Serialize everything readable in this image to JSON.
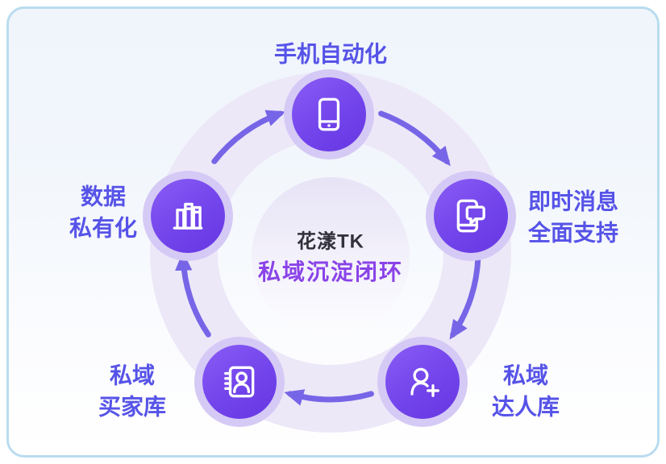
{
  "center": {
    "brand": "花漾TK",
    "title": "私域沉淀闭环"
  },
  "nodes": [
    {
      "label": "手机自动化",
      "icon": "smartphone-icon"
    },
    {
      "label": "即时消息\n全面支持",
      "icon": "message-phone-icon"
    },
    {
      "label": "私域\n达人库",
      "icon": "user-plus-icon"
    },
    {
      "label": "私域\n买家库",
      "icon": "contacts-book-icon"
    },
    {
      "label": "数据\n私有化",
      "icon": "library-books-icon"
    }
  ],
  "flow": {
    "direction": "clockwise",
    "order": [
      "手机自动化",
      "即时消息全面支持",
      "私域达人库",
      "私域买家库",
      "数据私有化"
    ]
  },
  "colors": {
    "node_fill": "#7648ec",
    "node_halo": "#d5caf5",
    "ring_track": "#ece8f8",
    "arrow": "#7765e7",
    "node_label": "#5653e8",
    "center_title": "#8a43e8",
    "center_brand": "#31313b",
    "card_border": "#b9dcef",
    "card_bg_top": "#eff5fb"
  }
}
